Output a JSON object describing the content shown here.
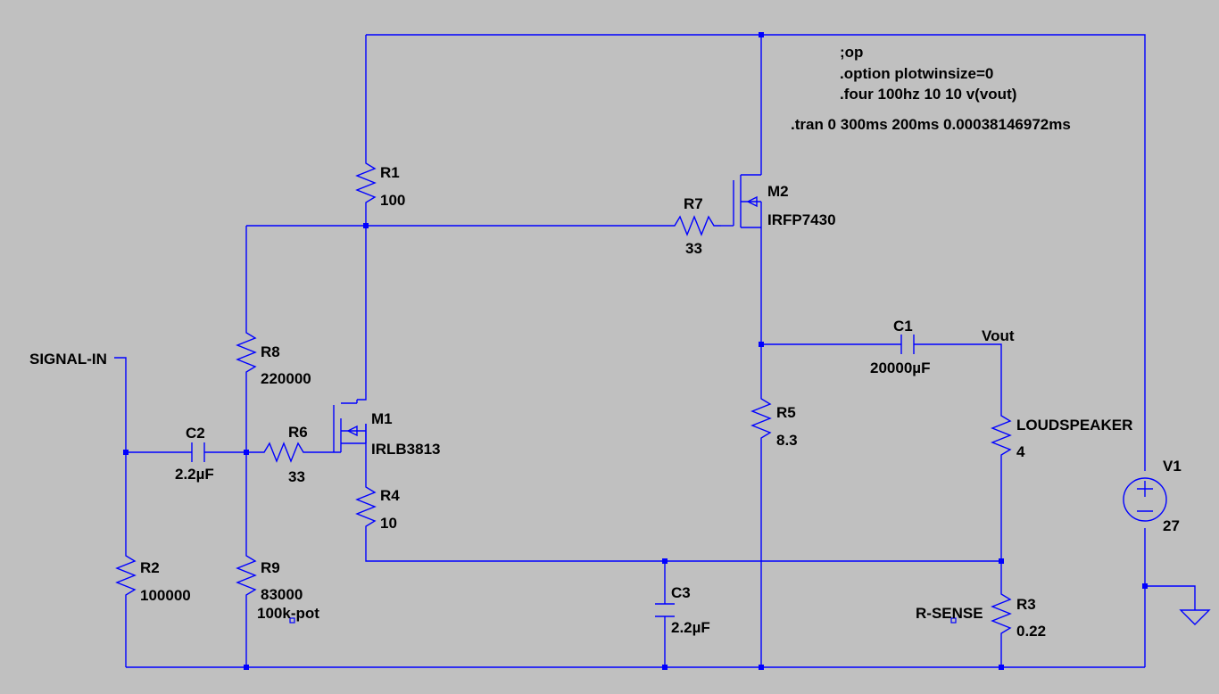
{
  "colors": {
    "background": "#c0c0c0",
    "wire": "#0000ff",
    "text": "#000000"
  },
  "directives": {
    "op": ";op",
    "option": ".option plotwinsize=0",
    "four": ".four 100hz 10 10 v(vout)",
    "tran": ".tran 0 300ms 200ms 0.00038146972ms"
  },
  "components": {
    "R1": {
      "name": "R1",
      "value": "100"
    },
    "R2": {
      "name": "R2",
      "value": "100000"
    },
    "R3": {
      "name": "R3",
      "value": "0.22"
    },
    "R4": {
      "name": "R4",
      "value": "10"
    },
    "R5": {
      "name": "R5",
      "value": "8.3"
    },
    "R6": {
      "name": "R6",
      "value": "33"
    },
    "R7": {
      "name": "R7",
      "value": "33"
    },
    "R8": {
      "name": "R8",
      "value": "220000"
    },
    "R9": {
      "name": "R9",
      "value": "83000"
    },
    "LOUDSPEAKER": {
      "name": "LOUDSPEAKER",
      "value": "4"
    },
    "C1": {
      "name": "C1",
      "value": "20000µF"
    },
    "C2": {
      "name": "C2",
      "value": "2.2µF"
    },
    "C3": {
      "name": "C3",
      "value": "2.2µF"
    },
    "M1": {
      "name": "M1",
      "value": "IRLB3813"
    },
    "M2": {
      "name": "M2",
      "value": "IRFP7430"
    },
    "V1": {
      "name": "V1",
      "value": "27"
    }
  },
  "net_labels": {
    "signal_in": "SIGNAL-IN",
    "vout": "Vout",
    "pot": "100k-pot",
    "r_sense": "R-SENSE"
  },
  "icons": [
    "ground-icon",
    "voltage-source-icon",
    "resistor-icon",
    "capacitor-icon",
    "nmos-icon"
  ]
}
